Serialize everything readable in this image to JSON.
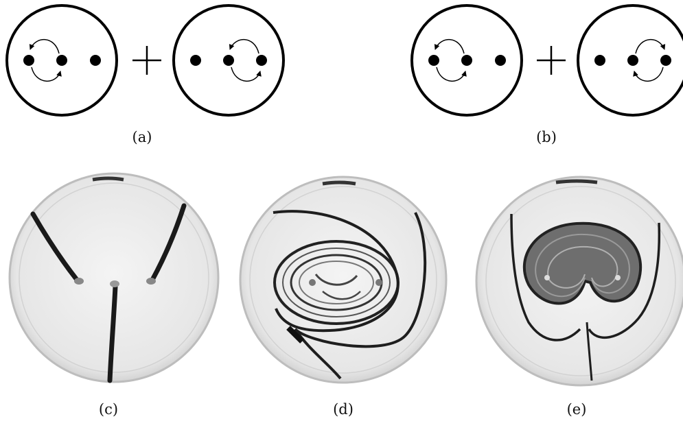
{
  "figure": {
    "panels": [
      {
        "id": "a",
        "caption": "(a)",
        "kind": "schematic"
      },
      {
        "id": "b",
        "caption": "(b)",
        "kind": "schematic"
      },
      {
        "id": "c",
        "caption": "(c)",
        "kind": "photo"
      },
      {
        "id": "d",
        "caption": "(d)",
        "kind": "photo"
      },
      {
        "id": "e",
        "caption": "(e)",
        "kind": "photo"
      }
    ],
    "operator_symbol": "+"
  }
}
